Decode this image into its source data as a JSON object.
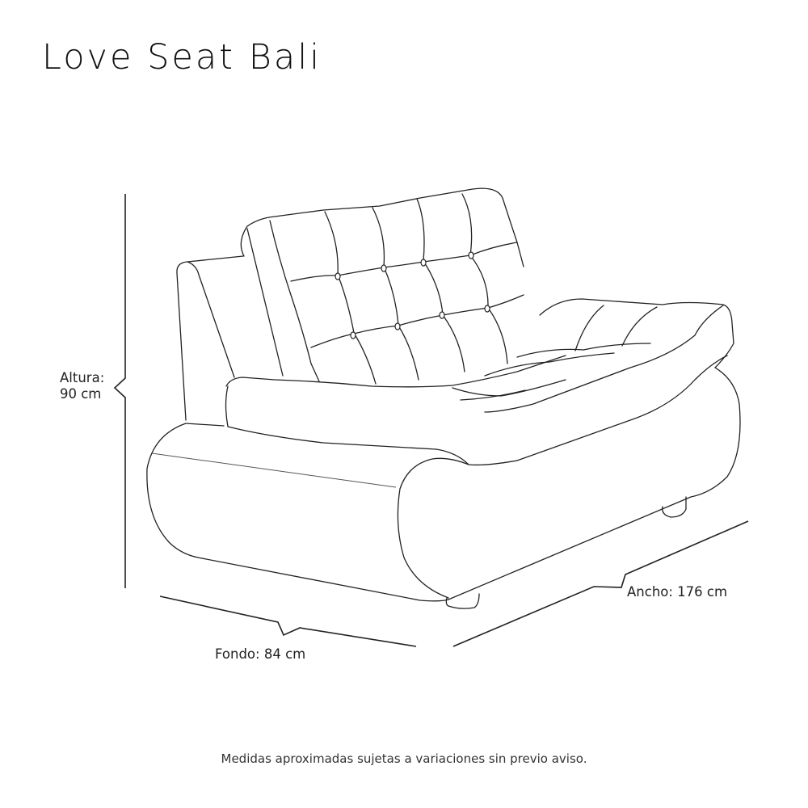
{
  "product": {
    "title": "Love Seat Bali"
  },
  "dimensions": {
    "height": {
      "label": "Altura:",
      "value": "90 cm"
    },
    "depth": {
      "label": "Fondo:",
      "value": "84 cm",
      "full": "Fondo: 84 cm"
    },
    "width": {
      "label": "Ancho:",
      "value": "176 cm",
      "full": "Ancho: 176 cm"
    }
  },
  "footnote": "Medidas aproximadas sujetas a variaciones sin previo aviso.",
  "colors": {
    "background": "#ffffff",
    "line": "#222222",
    "text": "#1a1a1a"
  }
}
